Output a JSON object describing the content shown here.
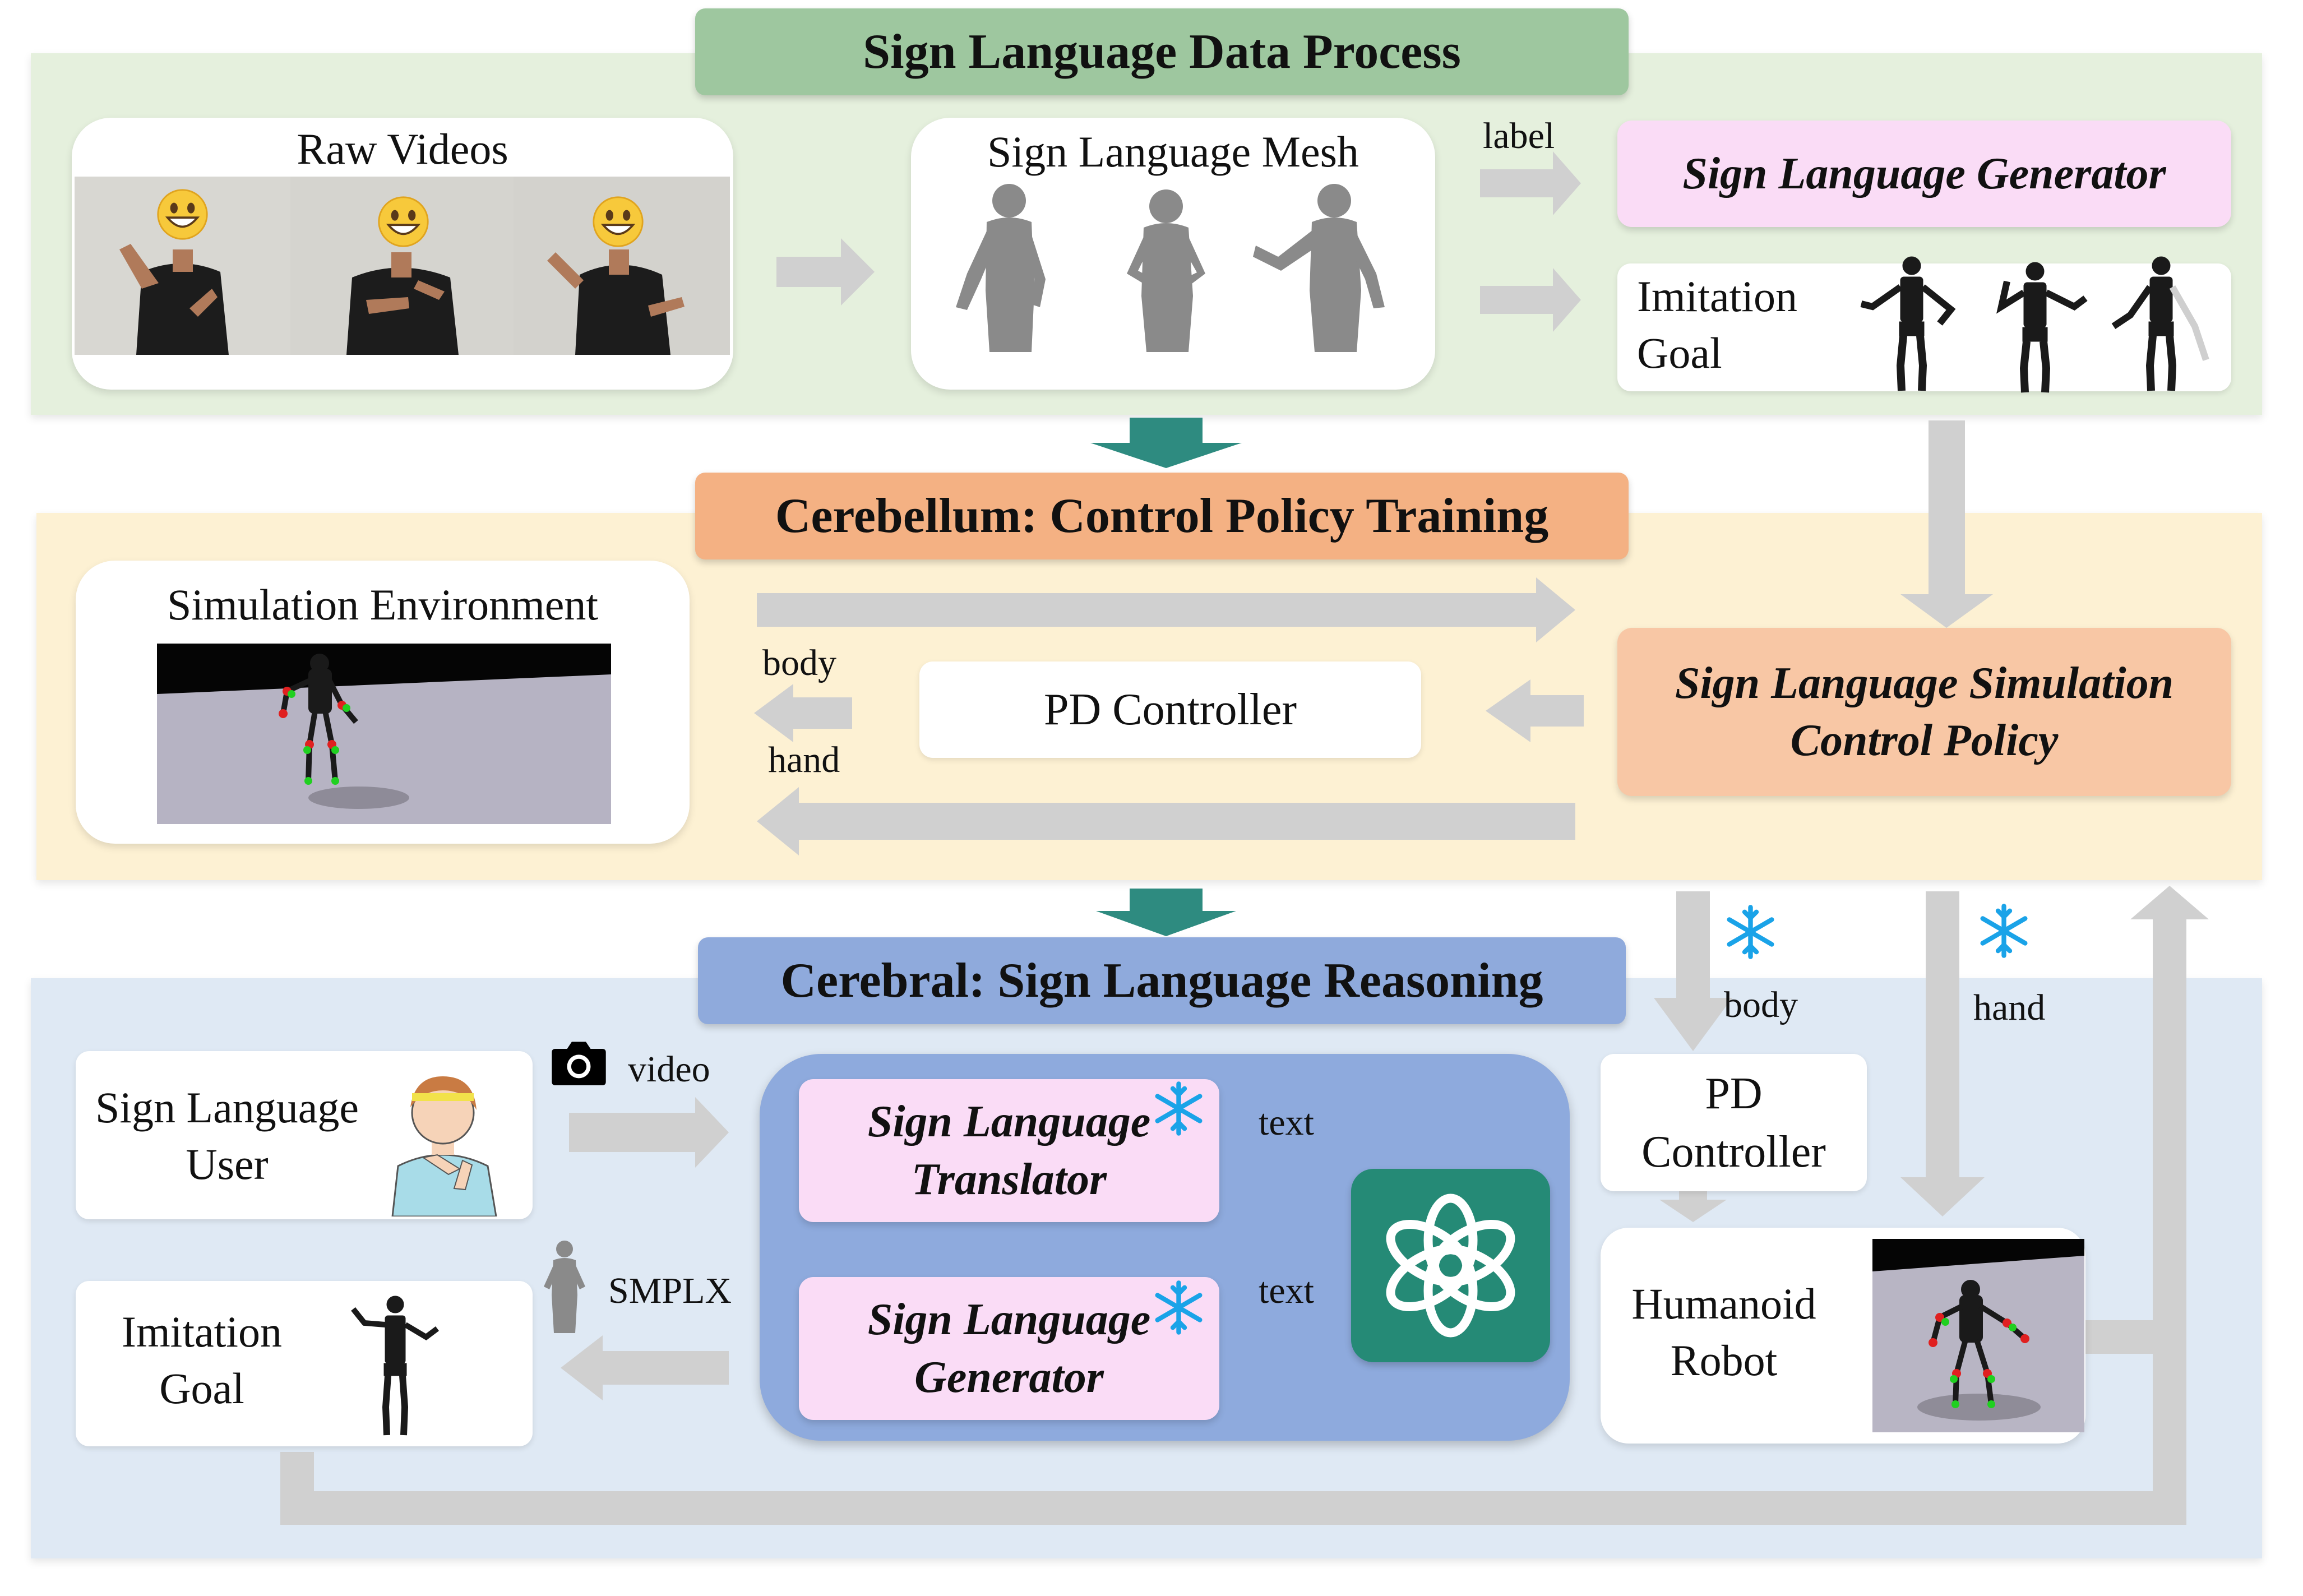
{
  "sections": {
    "data_process": {
      "title": "Sign Language Data Process"
    },
    "cerebellum": {
      "title": "Cerebellum: Control Policy Training"
    },
    "cerebral": {
      "title": "Cerebral: Sign Language Reasoning"
    }
  },
  "top": {
    "raw_videos": "Raw Videos",
    "mesh": "Sign Language Mesh",
    "label_arrow": "label",
    "generator": "Sign Language Generator",
    "imitation_goal_line1": "Imitation",
    "imitation_goal_line2": "Goal"
  },
  "middle": {
    "sim_env": "Simulation Environment",
    "body": "body",
    "hand": "hand",
    "pd_controller": "PD Controller",
    "policy_line1": "Sign Language Simulation",
    "policy_line2": "Control Policy"
  },
  "bottom": {
    "user_line1": "Sign Language",
    "user_line2": "User",
    "video": "video",
    "translator_line1": "Sign Language",
    "translator_line2": "Translator",
    "text_top": "text",
    "text_bottom": "text",
    "generator_line1": "Sign Language",
    "generator_line2": "Generator",
    "smplx": "SMPLX",
    "imitation_goal_line1": "Imitation",
    "imitation_goal_line2": "Goal",
    "body": "body",
    "hand": "hand",
    "pd_line1": "PD",
    "pd_line2": "Controller",
    "robot_line1": "Humanoid",
    "robot_line2": "Robot"
  },
  "icons": [
    "smiley-face-icon",
    "camera-icon",
    "snowflake-icon",
    "chatgpt-logo-icon",
    "humanoid-robot-icon",
    "human-mesh-icon",
    "user-avatar-icon"
  ],
  "colors": {
    "green_section": "#e5f0dd",
    "green_banner": "#9ec79f",
    "yellow_section": "#fdf1d3",
    "orange_banner": "#f4b183",
    "orange_policy": "#f8c7a5",
    "blue_section": "#dfe9f4",
    "blue_banner": "#8faadc",
    "blue_inner": "#8eaadd",
    "pink_box": "#fadcf6",
    "gray_arrow": "#d0d0d0",
    "teal_arrow": "#2e8b80",
    "gpt_green": "#258a76",
    "snowflake": "#1aa3e8"
  }
}
